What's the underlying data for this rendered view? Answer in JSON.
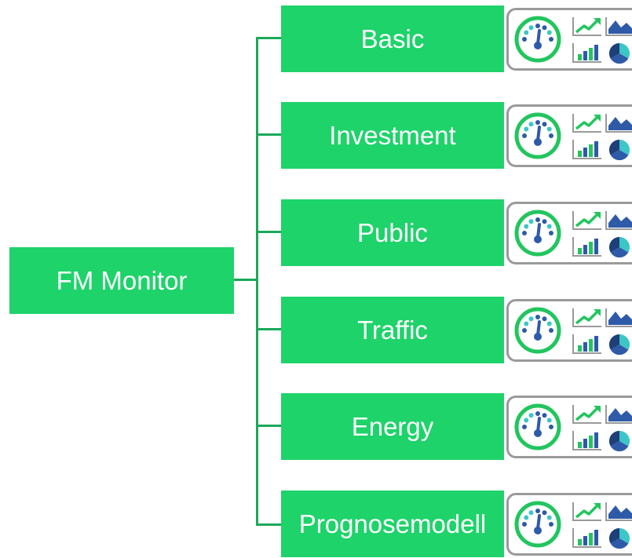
{
  "root": {
    "label": "FM Monitor"
  },
  "children": [
    {
      "label": "Basic"
    },
    {
      "label": "Investment"
    },
    {
      "label": "Public"
    },
    {
      "label": "Traffic"
    },
    {
      "label": "Energy"
    },
    {
      "label": "Prognosemodell"
    }
  ],
  "colors": {
    "box": "#1ed36a",
    "connector": "#1aa85a",
    "tray_border": "#9a9a9a",
    "icon_green": "#22c55e",
    "icon_blue": "#2e5aa8",
    "icon_teal": "#3cc6c8"
  },
  "icons": [
    "gauge-icon",
    "line-chart-icon",
    "area-chart-icon",
    "bar-chart-icon",
    "pie-chart-icon"
  ]
}
